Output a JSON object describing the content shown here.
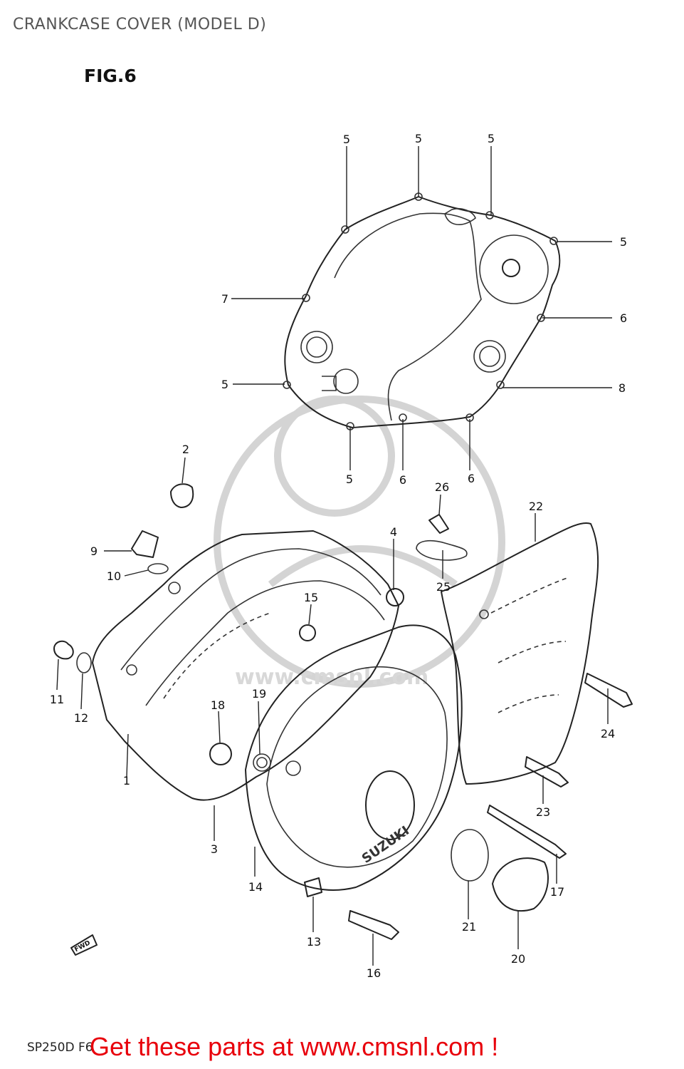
{
  "header": {
    "title": "CRANKCASE COVER (MODEL D)",
    "figure": "FIG.6"
  },
  "watermark": {
    "text": "www.cmsnl.com"
  },
  "fwd_label": "FWD",
  "callouts": [
    {
      "id": "c5a",
      "label": "5"
    },
    {
      "id": "c5b",
      "label": "5"
    },
    {
      "id": "c5c",
      "label": "5"
    },
    {
      "id": "c5d",
      "label": "5"
    },
    {
      "id": "c7",
      "label": "7"
    },
    {
      "id": "c6a",
      "label": "6"
    },
    {
      "id": "c5e",
      "label": "5"
    },
    {
      "id": "c8",
      "label": "8"
    },
    {
      "id": "c5f",
      "label": "5"
    },
    {
      "id": "c6b",
      "label": "6"
    },
    {
      "id": "c6c",
      "label": "6"
    },
    {
      "id": "c2",
      "label": "2"
    },
    {
      "id": "c26",
      "label": "26"
    },
    {
      "id": "c22",
      "label": "22"
    },
    {
      "id": "c9",
      "label": "9"
    },
    {
      "id": "c10",
      "label": "10"
    },
    {
      "id": "c4",
      "label": "4"
    },
    {
      "id": "c25",
      "label": "25"
    },
    {
      "id": "c15",
      "label": "15"
    },
    {
      "id": "c11",
      "label": "11"
    },
    {
      "id": "c12",
      "label": "12"
    },
    {
      "id": "c19",
      "label": "19"
    },
    {
      "id": "c18",
      "label": "18"
    },
    {
      "id": "c24",
      "label": "24"
    },
    {
      "id": "c1",
      "label": "1"
    },
    {
      "id": "c3",
      "label": "3"
    },
    {
      "id": "c23",
      "label": "23"
    },
    {
      "id": "c14",
      "label": "14"
    },
    {
      "id": "c17",
      "label": "17"
    },
    {
      "id": "c21",
      "label": "21"
    },
    {
      "id": "c13",
      "label": "13"
    },
    {
      "id": "c20",
      "label": "20"
    },
    {
      "id": "c16",
      "label": "16"
    }
  ],
  "footer": {
    "ref_code": "SP250D F6",
    "cta": "Get these parts at www.cmsnl.com !"
  }
}
